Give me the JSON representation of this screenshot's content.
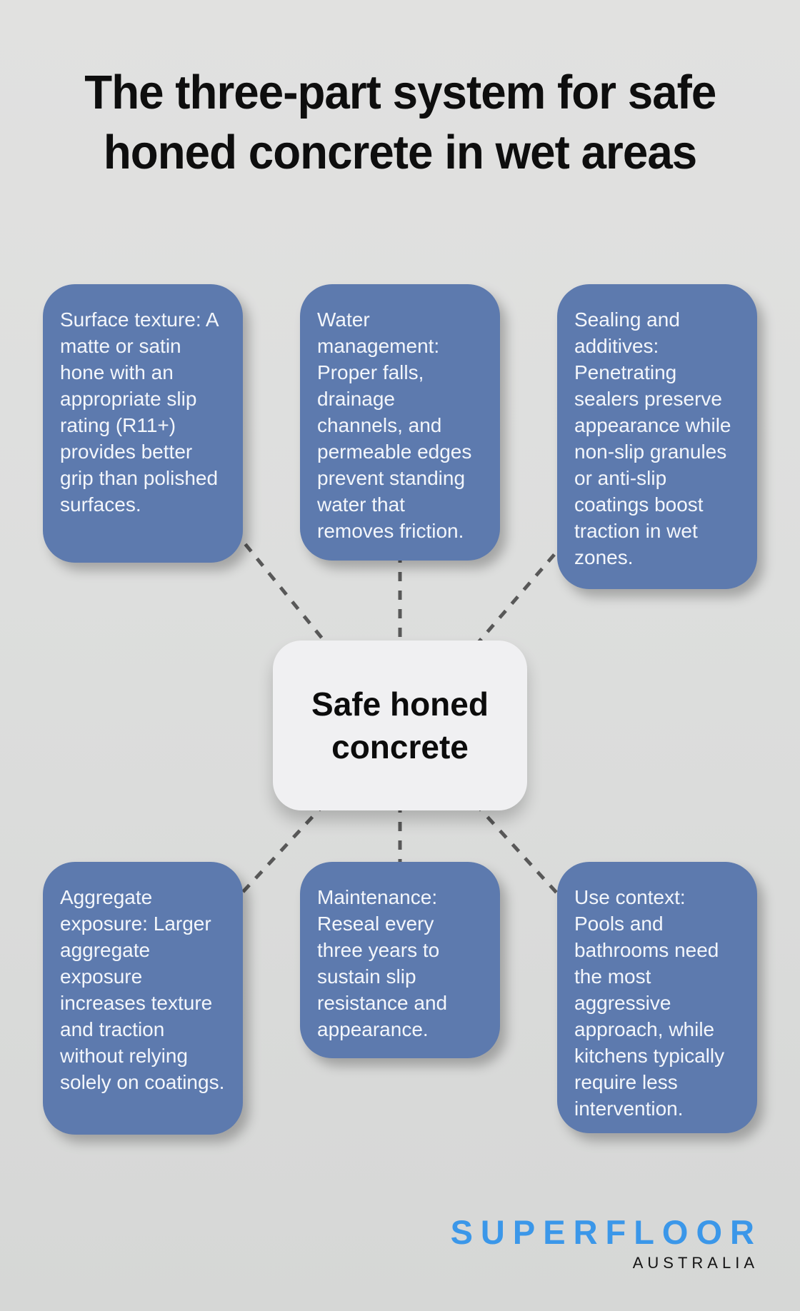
{
  "title": {
    "line1": "The three-part system for safe",
    "line2": "honed concrete in wet areas"
  },
  "center": {
    "label": "Safe honed concrete"
  },
  "nodes": [
    {
      "id": "surface-texture",
      "text": "Surface texture: A matte or satin hone with an appropriate slip rating (R11+) provides better grip than polished surfaces."
    },
    {
      "id": "water-management",
      "text": "Water management: Proper falls, drainage channels, and permeable edges prevent standing water that removes friction."
    },
    {
      "id": "sealing-additives",
      "text": "Sealing and additives: Penetrating sealers preserve appearance while non-slip granules or anti-slip coatings boost traction in wet zones."
    },
    {
      "id": "aggregate-exposure",
      "text": "Aggregate exposure: Larger aggregate exposure increases texture and traction without relying solely on coatings."
    },
    {
      "id": "maintenance",
      "text": "Maintenance: Reseal every three years to sustain slip resistance and appearance."
    },
    {
      "id": "use-context",
      "text": "Use context: Pools and bathrooms need the most aggressive approach, while kitchens typically require less intervention."
    }
  ],
  "connectors": [
    {
      "from": "surface-texture",
      "to": "center"
    },
    {
      "from": "water-management",
      "to": "center"
    },
    {
      "from": "sealing-additives",
      "to": "center"
    },
    {
      "from": "center",
      "to": "aggregate-exposure"
    },
    {
      "from": "center",
      "to": "maintenance"
    },
    {
      "from": "center",
      "to": "use-context"
    }
  ],
  "logo": {
    "brand": "SUPERFLOOR",
    "region": "AUSTRALIA"
  },
  "colors": {
    "background": "#dcdddc",
    "node_fill": "#5d7aae",
    "node_text": "#f3f6fb",
    "center_fill": "#f0f0f2",
    "title_text": "#0e0e0e",
    "connector": "#585858",
    "logo_brand_blue": "#3b97e9",
    "logo_region_black": "#141414"
  }
}
